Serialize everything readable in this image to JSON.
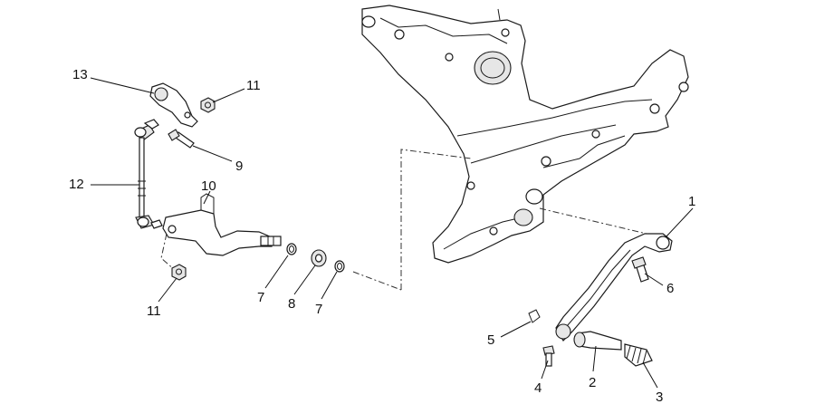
{
  "callouts": [
    {
      "id": "c1",
      "label": "1"
    },
    {
      "id": "c2",
      "label": "2"
    },
    {
      "id": "c3",
      "label": "3"
    },
    {
      "id": "c4",
      "label": "4"
    },
    {
      "id": "c5",
      "label": "5"
    },
    {
      "id": "c6",
      "label": "6"
    },
    {
      "id": "c7a",
      "label": "7"
    },
    {
      "id": "c7b",
      "label": "7"
    },
    {
      "id": "c8",
      "label": "8"
    },
    {
      "id": "c9",
      "label": "9"
    },
    {
      "id": "c10",
      "label": "10"
    },
    {
      "id": "c11a",
      "label": "11"
    },
    {
      "id": "c11b",
      "label": "11"
    },
    {
      "id": "c12",
      "label": "12"
    },
    {
      "id": "c13",
      "label": "13"
    }
  ]
}
